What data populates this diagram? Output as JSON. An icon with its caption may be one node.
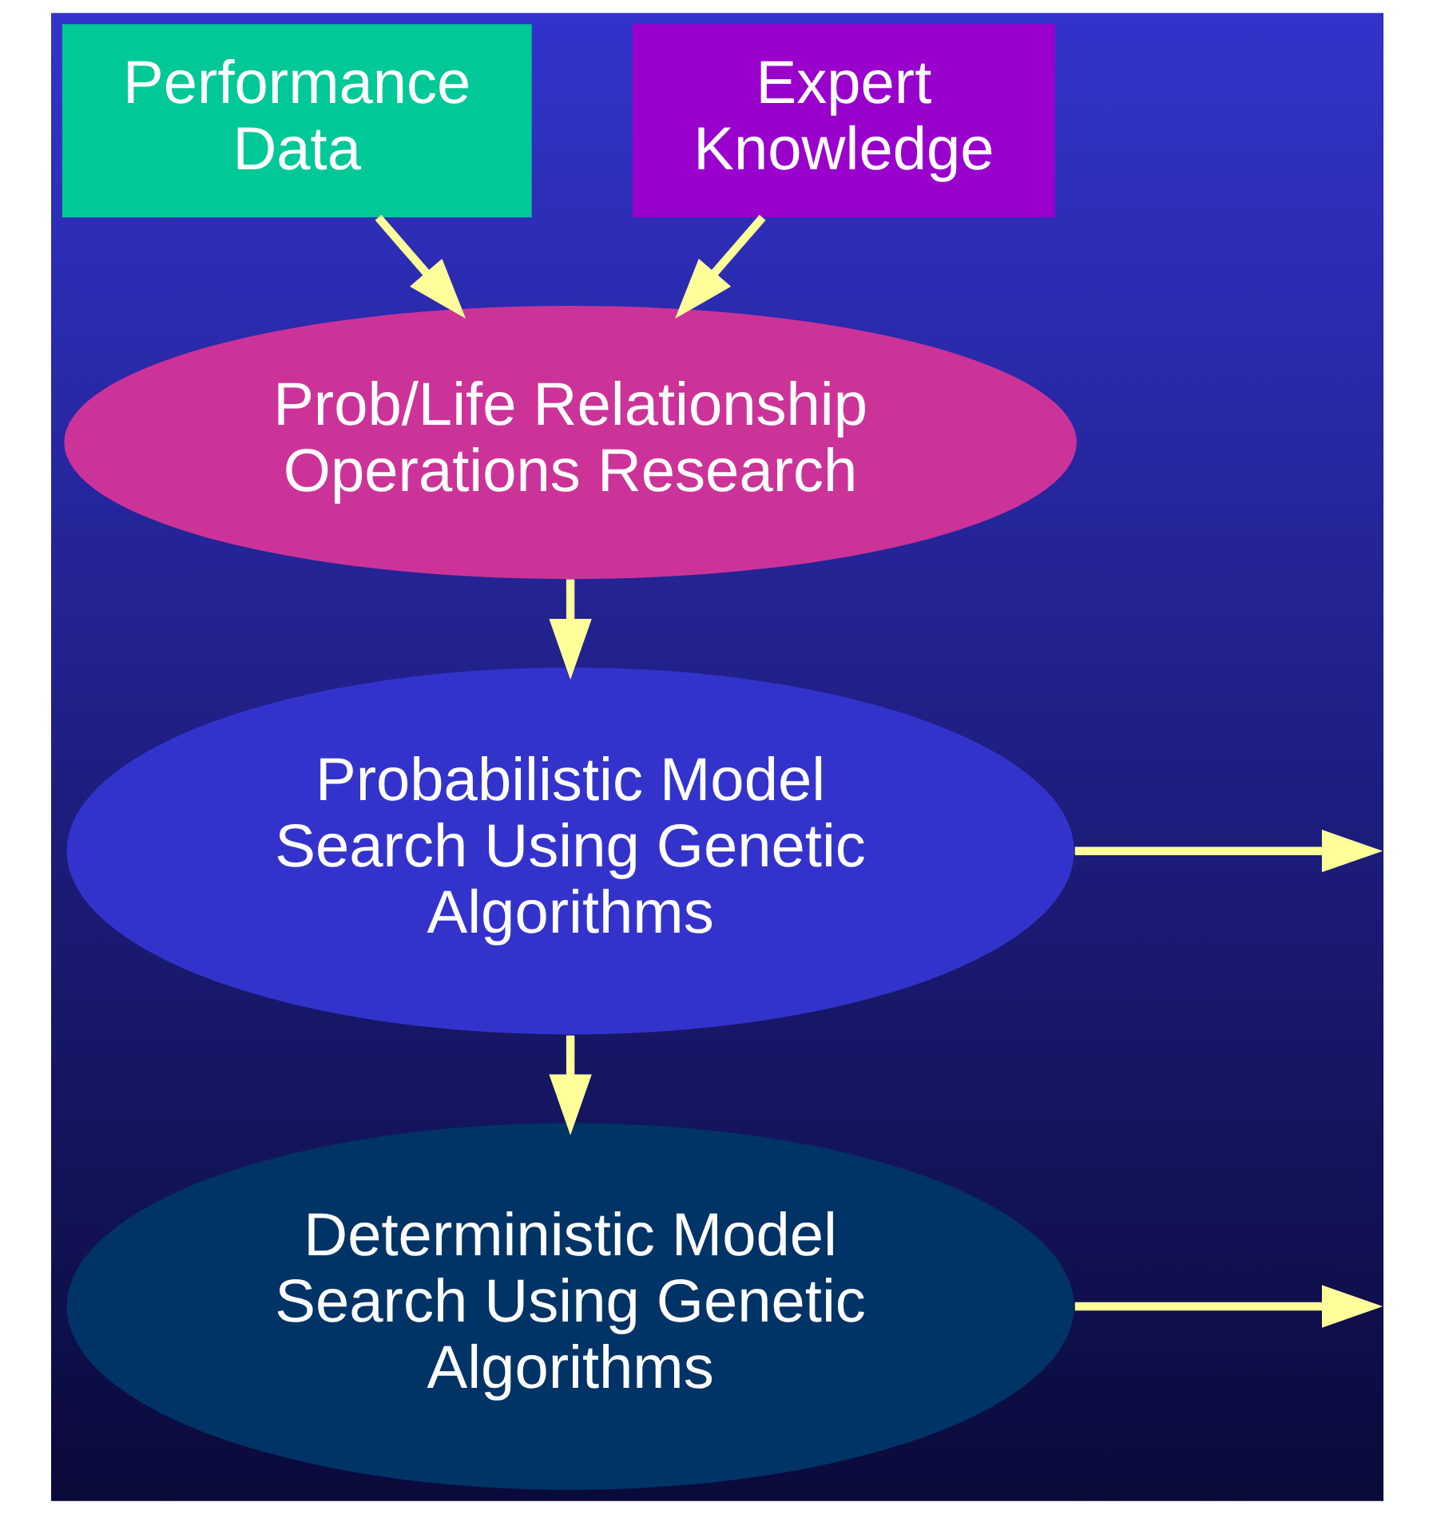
{
  "diagram": {
    "nodes": [
      {
        "text": [
          "Performance Data"
        ]
      },
      {
        "text": [
          "Expert Knowledge"
        ]
      },
      {
        "text": [
          "Prob/Life Relationship Operations Research"
        ]
      },
      {
        "text": [
          "Probabilistic Model Search Using Genetic Algorithms"
        ]
      },
      {
        "text": [
          "Deterministic Model Search Using Genetic Algorithms"
        ]
      }
    ],
    "edges": [
      {
        "from": 0,
        "to": 2,
        "arrow": "to"
      },
      {
        "from": 1,
        "to": 2,
        "arrow": "to"
      },
      {
        "from": 2,
        "to": 3,
        "arrow": "to"
      },
      {
        "from": 3,
        "to": 4,
        "arrow": "to"
      },
      {
        "from": 3,
        "to": null,
        "arrow": "to"
      },
      {
        "from": 4,
        "to": null,
        "arrow": "to"
      }
    ]
  }
}
